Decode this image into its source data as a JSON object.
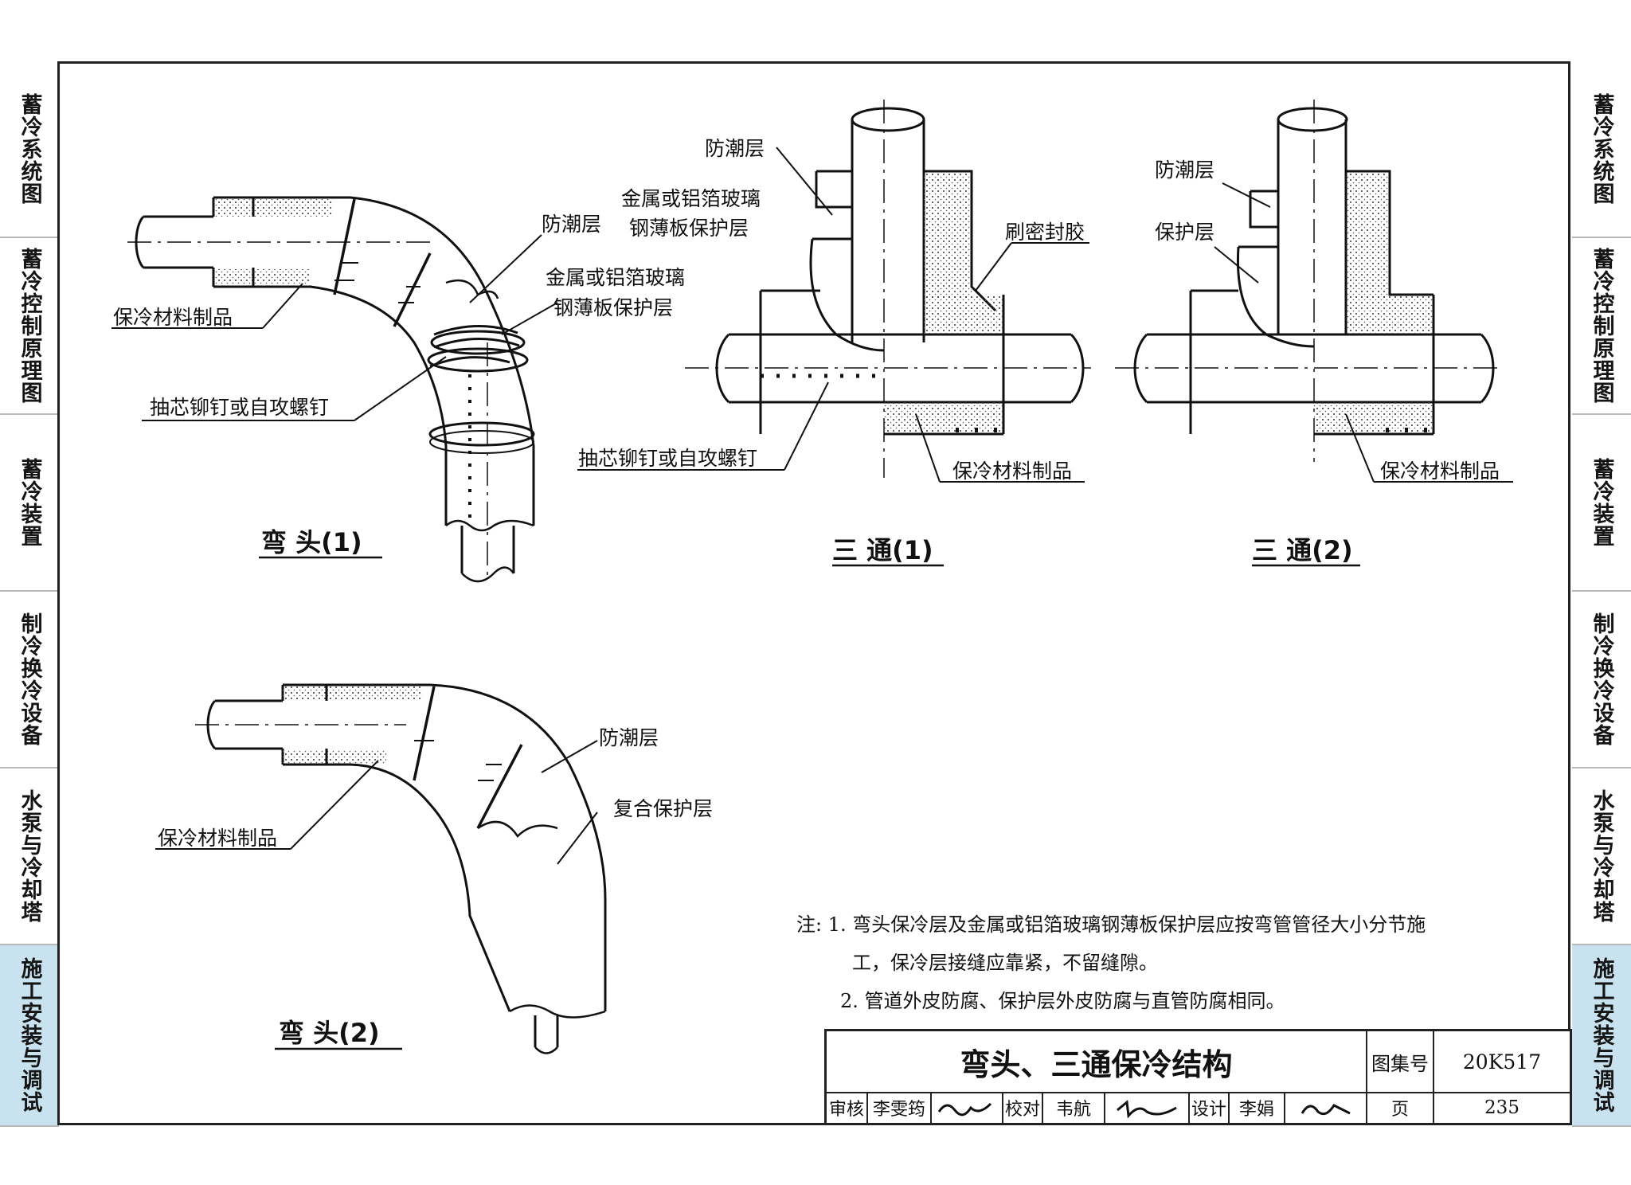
{
  "side_tabs": [
    {
      "label": "蓄冷系统图",
      "active": false
    },
    {
      "label": "蓄冷控制原理图",
      "active": false
    },
    {
      "label": "蓄冷装置",
      "active": false
    },
    {
      "label": "制冷换冷设备",
      "active": false
    },
    {
      "label": "水泵与冷却塔",
      "active": false
    },
    {
      "label": "施工安装与调试",
      "active": true
    }
  ],
  "diagrams": {
    "elbow1": {
      "caption": "弯 头(1)",
      "labels": {
        "moisture_barrier": "防潮层",
        "metal_cover_line1": "金属或铝箔玻璃",
        "metal_cover_line2": "钢薄板保护层",
        "insulation": "保冷材料制品",
        "rivet": "抽芯铆钉或自攻螺钉"
      }
    },
    "tee1": {
      "caption": "三 通(1)",
      "labels": {
        "moisture_barrier": "防潮层",
        "metal_cover_line1": "金属或铝箔玻璃",
        "metal_cover_line2": "钢薄板保护层",
        "sealant": "刷密封胶",
        "rivet": "抽芯铆钉或自攻螺钉",
        "insulation": "保冷材料制品"
      }
    },
    "tee2": {
      "caption": "三 通(2)",
      "labels": {
        "moisture_barrier": "防潮层",
        "protective_layer": "保护层",
        "insulation": "保冷材料制品"
      }
    },
    "elbow2": {
      "caption": "弯 头(2)",
      "labels": {
        "moisture_barrier": "防潮层",
        "composite_layer": "复合保护层",
        "insulation": "保冷材料制品"
      }
    }
  },
  "notes": {
    "prefix": "注:",
    "line1": "1. 弯头保冷层及金属或铝箔玻璃钢薄板保护层应按弯管管径大小分节施",
    "line1_cont": "工，保冷层接缝应靠紧，不留缝隙。",
    "line2": "2. 管道外皮防腐、保护层外皮防腐与直管防腐相同。"
  },
  "title_block": {
    "title": "弯头、三通保冷结构",
    "atlas_label": "图集号",
    "atlas_no": "20K517",
    "review_label": "审核",
    "reviewer": "李雯筠",
    "check_label": "校对",
    "checker": "韦航",
    "design_label": "设计",
    "designer": "李娟",
    "page_label": "页",
    "page_no": "235"
  }
}
